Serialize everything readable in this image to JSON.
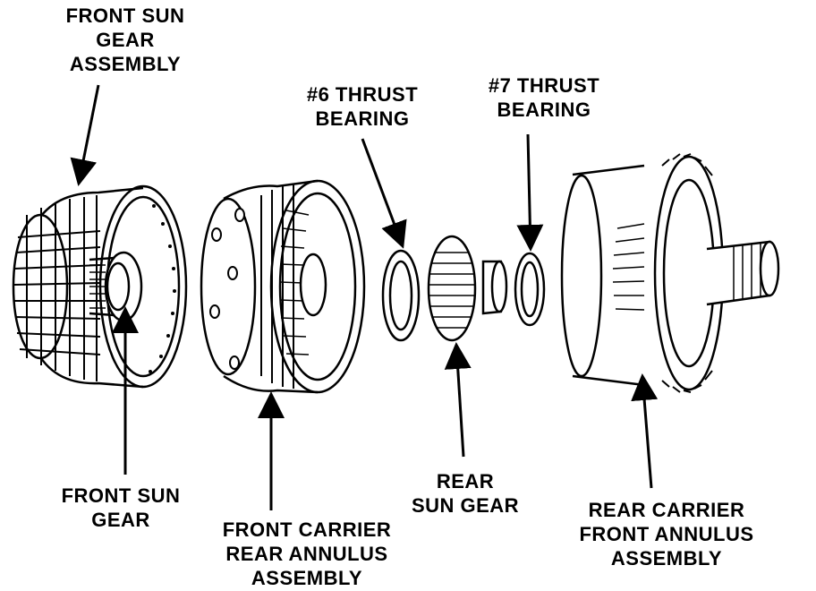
{
  "labels": {
    "front_sun_gear_assembly": [
      "FRONT SUN",
      "GEAR",
      "ASSEMBLY"
    ],
    "thrust_bearing_6": [
      "#6 THRUST",
      "BEARING"
    ],
    "thrust_bearing_7": [
      "#7 THRUST",
      "BEARING"
    ],
    "front_sun_gear": [
      "FRONT SUN",
      "GEAR"
    ],
    "front_carrier_rear_annulus_assembly": [
      "FRONT CARRIER",
      "REAR ANNULUS",
      "ASSEMBLY"
    ],
    "rear_sun_gear": [
      "REAR",
      "SUN GEAR"
    ],
    "rear_carrier_front_annulus_assembly": [
      "REAR CARRIER",
      "FRONT ANNULUS",
      "ASSEMBLY"
    ]
  },
  "colors": {
    "ink": "#000000",
    "paper": "#ffffff"
  }
}
